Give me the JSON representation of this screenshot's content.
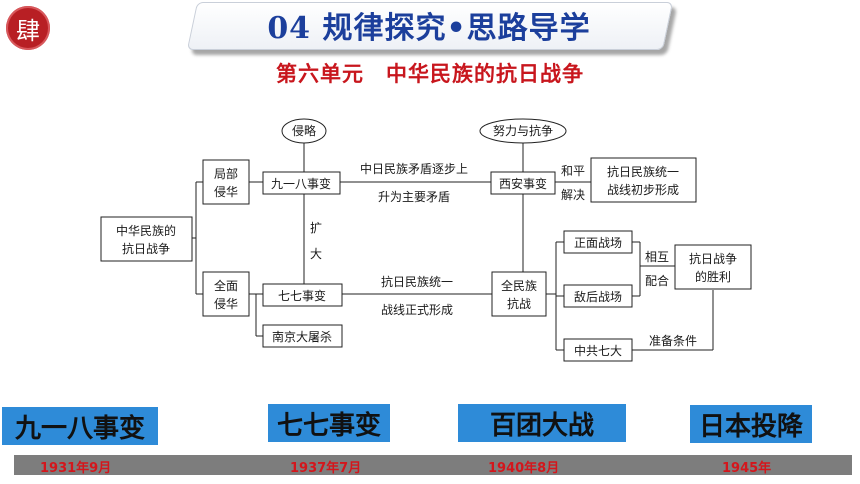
{
  "seal": {
    "char": "肆"
  },
  "header": {
    "title": "04 规律探究•思路导学"
  },
  "unit": {
    "title": "第六单元　中华民族的抗日战争"
  },
  "diagram": {
    "ellipses": {
      "invasion": "侵略",
      "effort": "努力与抗争"
    },
    "root": [
      "中华民族的",
      "抗日战争"
    ],
    "local_invasion": [
      "局部",
      "侵华"
    ],
    "full_invasion": [
      "全面",
      "侵华"
    ],
    "sep18": "九一八事变",
    "jul7": "七七事变",
    "nanjing": "南京大屠杀",
    "xian": "西安事变",
    "full_war": [
      "全民族",
      "抗战"
    ],
    "prelim_front": [
      "抗日民族统一",
      "战线初步形成"
    ],
    "front_line": "正面战场",
    "behind_line": "敌后战场",
    "ccp7": "中共七大",
    "victory": [
      "抗日战争",
      "的胜利"
    ],
    "edge_contradiction": [
      "中日民族矛盾逐步上",
      "升为主要矛盾"
    ],
    "edge_expand": [
      "扩",
      "大"
    ],
    "edge_front_formed": [
      "抗日民族统一",
      "战线正式形成"
    ],
    "edge_peace": [
      "和平",
      "解决"
    ],
    "edge_cooperate": [
      "相互",
      "配合"
    ],
    "edge_prepare": "准备条件"
  },
  "timeline": {
    "events": [
      {
        "label": "九一八事变",
        "date": "1931年9月",
        "color": "#2e8bd8"
      },
      {
        "label": "七七事变",
        "date": "1937年7月",
        "color": "#2e8bd8"
      },
      {
        "label": "百团大战",
        "date": "1940年8月",
        "color": "#2e8bd8"
      },
      {
        "label": "日本投降",
        "date": "1945年",
        "color": "#2e8bd8"
      }
    ],
    "bar_color": "#7d7d7d",
    "date_color": "#d4161c"
  }
}
